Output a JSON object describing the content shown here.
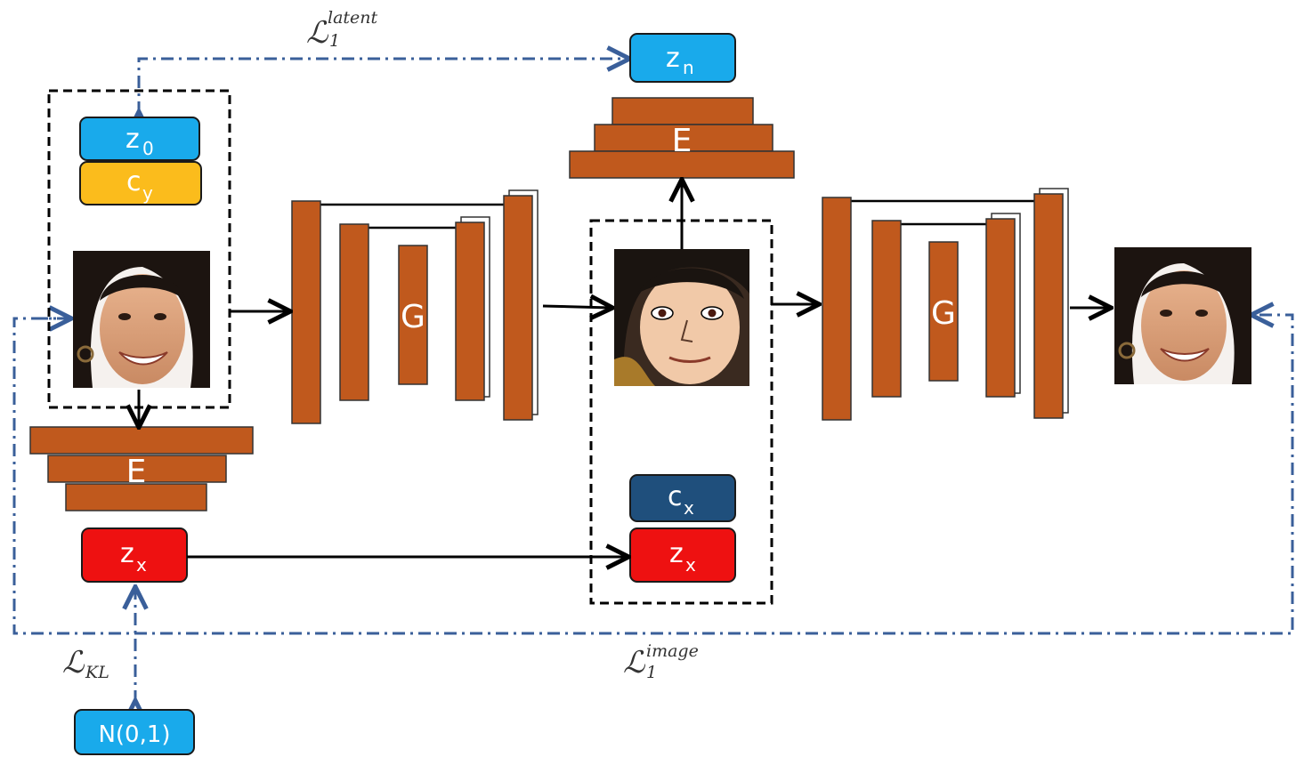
{
  "latent_vectors": {
    "z0": {
      "base": "z",
      "sub": "0",
      "color": "#19aaeb"
    },
    "cy": {
      "base": "c",
      "sub": "y",
      "color": "#fbbc1c"
    },
    "zn": {
      "base": "z",
      "sub": "n",
      "color": "#19aaeb"
    },
    "cx": {
      "base": "c",
      "sub": "x",
      "color": "#1f4f7c"
    },
    "zx_left": {
      "base": "z",
      "sub": "x",
      "color": "#ee1111"
    },
    "zx_right": {
      "base": "z",
      "sub": "x",
      "color": "#ee1111"
    },
    "normal": {
      "label": "N(0,1)",
      "color": "#19aaeb"
    }
  },
  "networks": {
    "encoder_left": "E",
    "encoder_top": "E",
    "generator_1": "G",
    "generator_2": "G",
    "color": "#c0591d"
  },
  "losses": {
    "latent": {
      "symbol": "ℒ",
      "sub": "1",
      "sup": "latent"
    },
    "image": {
      "symbol": "ℒ",
      "sub": "1",
      "sup": "image"
    },
    "kl": {
      "symbol": "ℒ",
      "sub": "KL"
    }
  },
  "images": {
    "input_face": "photo-face",
    "cartoon_face": "cartoon-face",
    "output_face": "photo-face"
  },
  "colors": {
    "loss_arrow": "#3a5f9a"
  }
}
